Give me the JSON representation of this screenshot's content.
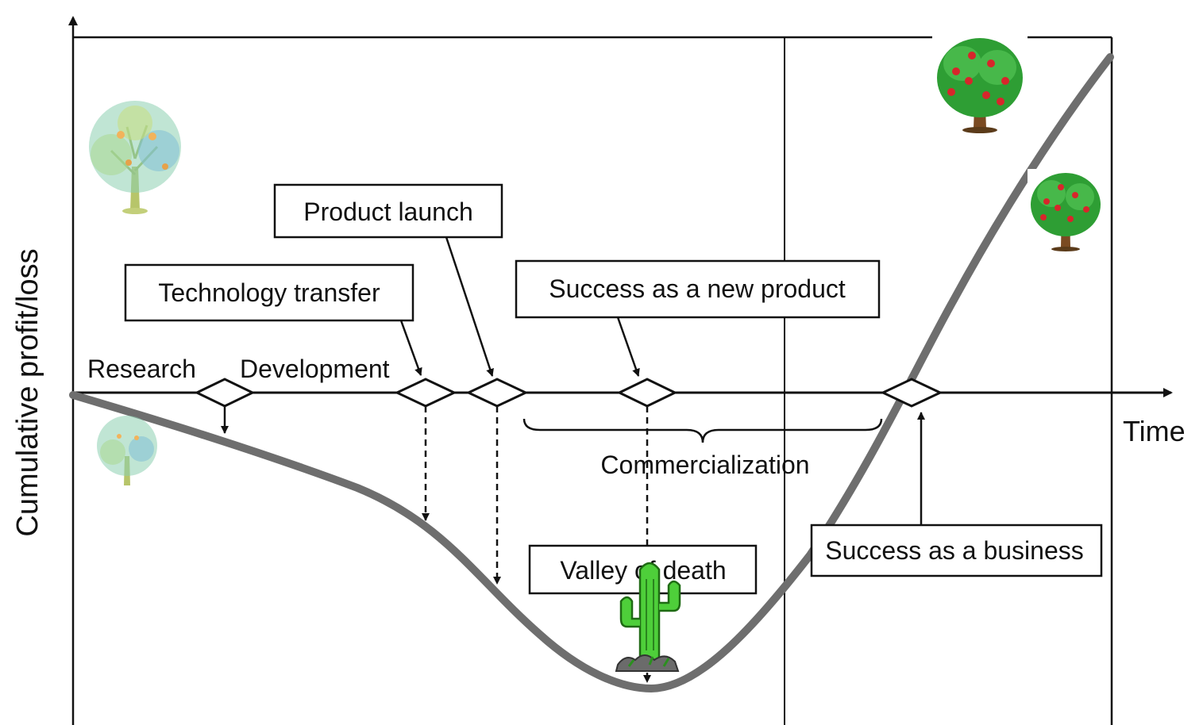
{
  "diagram": {
    "y_axis_label": "Cumulative profit/loss",
    "x_axis_label": "Time",
    "phase_labels": {
      "research": "Research",
      "development": "Development"
    },
    "callouts": {
      "technology_transfer": "Technology transfer",
      "product_launch": "Product launch",
      "success_new_product": "Success as a new product",
      "valley_of_death": "Valley of death",
      "success_business": "Success as a business"
    },
    "brace_label": "Commercialization"
  },
  "icons": [
    "sapling-tree-icon",
    "small-sapling-icon",
    "cactus-icon",
    "apple-tree-icon",
    "apple-tree-icon"
  ],
  "colors": {
    "curve": "#6e6e6e",
    "ink": "#111111",
    "sapling_leaves": "#8ccfb0",
    "cactus": "#4ecf3a",
    "apple_tree_leaves": "#2e9e34",
    "apple": "#d7262b",
    "trunk": "#7a4a22"
  }
}
